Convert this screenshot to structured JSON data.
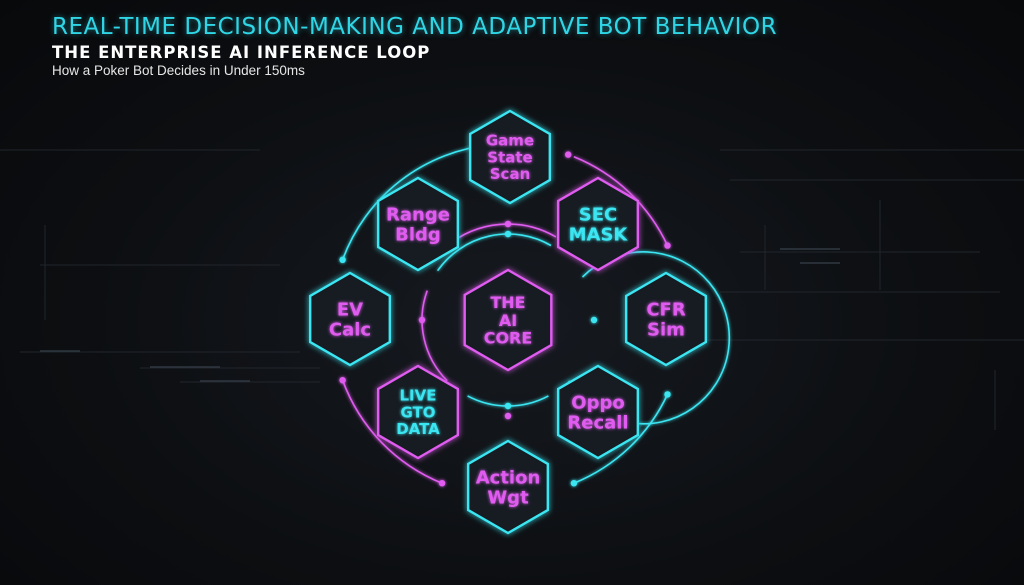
{
  "header": {
    "title": "REAL-TIME DECISION-MAKING AND ADAPTIVE BOT BEHAVIOR",
    "subtitle": "THE ENTERPRISE AI INFERENCE LOOP",
    "caption": "How a Poker Bot Decides in Under 150ms"
  },
  "colors": {
    "cyan": "#3ae6f2",
    "magenta": "#e05cf0",
    "fill": "#161a22",
    "background": "#0d0f12"
  },
  "core": {
    "lines": [
      "THE",
      "AI",
      "CORE"
    ],
    "color": "magenta"
  },
  "nodes": [
    {
      "id": "game-state-scan",
      "lines": [
        "Game",
        "State",
        "Scan"
      ],
      "border": "cyan",
      "text": "magenta"
    },
    {
      "id": "sec-mask",
      "lines": [
        "SEC",
        "MASK"
      ],
      "border": "magenta",
      "text": "cyan"
    },
    {
      "id": "cfr-sim",
      "lines": [
        "CFR",
        "Sim"
      ],
      "border": "cyan",
      "text": "magenta"
    },
    {
      "id": "oppo-recall",
      "lines": [
        "Oppo",
        "Recall"
      ],
      "border": "cyan",
      "text": "magenta"
    },
    {
      "id": "action-wgt",
      "lines": [
        "Action",
        "Wgt"
      ],
      "border": "cyan",
      "text": "magenta"
    },
    {
      "id": "live-gto-data",
      "lines": [
        "LIVE",
        "GTO",
        "DATA"
      ],
      "border": "magenta",
      "text": "cyan"
    },
    {
      "id": "ev-calc",
      "lines": [
        "EV",
        "Calc"
      ],
      "border": "cyan",
      "text": "magenta"
    },
    {
      "id": "range-bldg",
      "lines": [
        "Range",
        "Bldg"
      ],
      "border": "cyan",
      "text": "magenta"
    }
  ]
}
